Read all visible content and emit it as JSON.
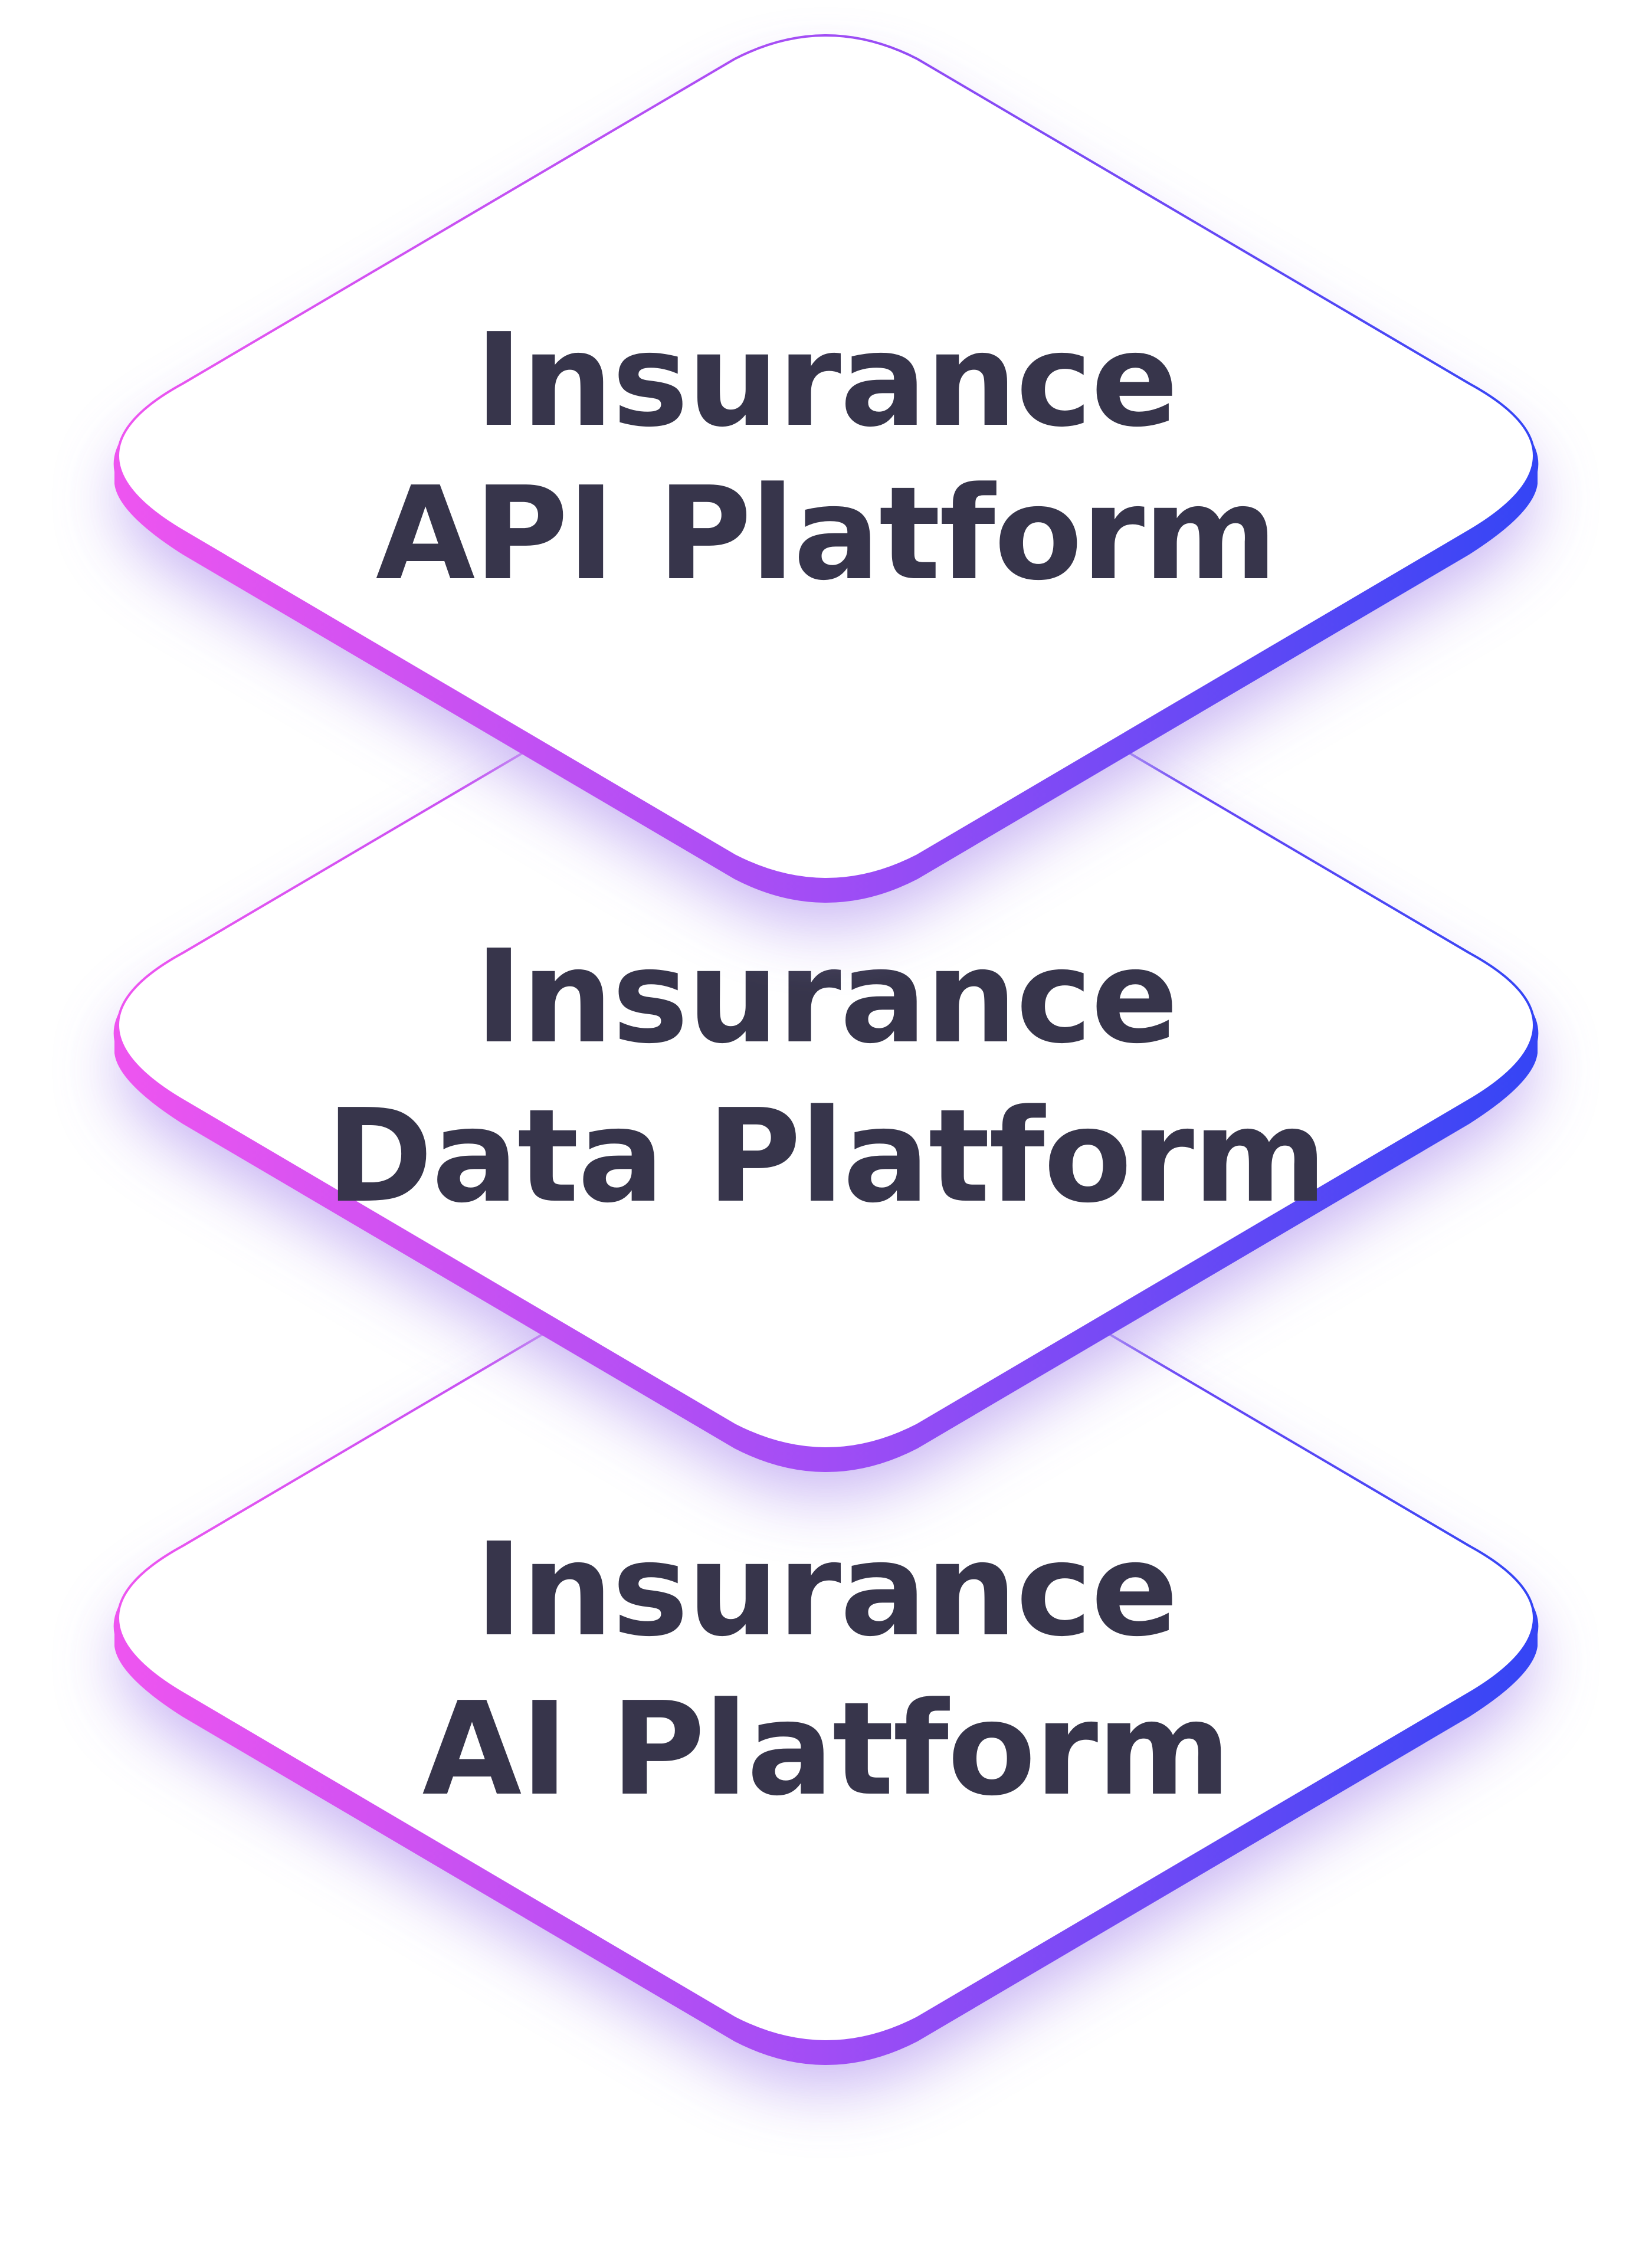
{
  "diagram": {
    "colors": {
      "text": "#37354b",
      "gradient_start": "#ee55f0",
      "gradient_mid": "#a14df5",
      "gradient_end": "#3445f5",
      "shadow": "#c0a9f2",
      "face": "#ffffff"
    },
    "layers": [
      {
        "line1": "Insurance",
        "line2": "API Platform"
      },
      {
        "line1": "Insurance",
        "line2": "Data Platform"
      },
      {
        "line1": "Insurance",
        "line2": "AI Platform"
      }
    ]
  }
}
